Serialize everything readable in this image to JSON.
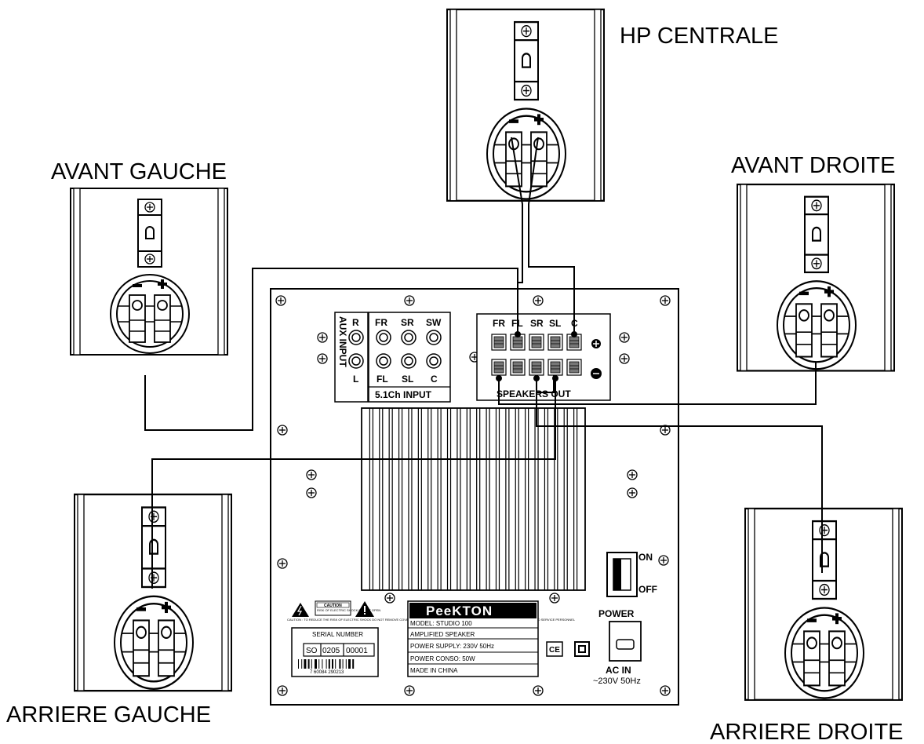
{
  "labels": {
    "center": "HP CENTRALE",
    "front_left": "AVANT GAUCHE",
    "front_right": "AVANT DROITE",
    "rear_left": "ARRIERE GAUCHE",
    "rear_right": "ARRIERE DROITE"
  },
  "speaker_polarity": {
    "minus": "−",
    "plus": "+"
  },
  "aux": {
    "r": "R",
    "l": "L",
    "title": "AUX INPUT"
  },
  "input51": {
    "fr": "FR",
    "sr": "SR",
    "sw": "SW",
    "fl": "FL",
    "sl": "SL",
    "c": "C",
    "title": "5.1Ch INPUT"
  },
  "speakers_out": {
    "fr": "FR",
    "fl": "FL",
    "sr": "SR",
    "sl": "SL",
    "c": "C",
    "title": "SPEAKERS OUT"
  },
  "switch": {
    "on": "ON",
    "off": "OFF"
  },
  "power": {
    "label": "POWER",
    "ac_in": "AC IN",
    "voltage": "~230V 50Hz"
  },
  "caution": {
    "title": "CAUTION",
    "sub": "RISK OF ELECTRIC SHOCK DO NOT OPEN",
    "text": "CAUTION : TO REDUCE THE RISK OF ELECTRIC SHOCK DO NOT REMOVE COVER (OR BACK) NO USER-SERVICEABLE PARTS INSIDE REFER SERVICING TO QUALIFIED SERVICE PERSONNEL"
  },
  "serial": {
    "title": "SERIAL NUMBER",
    "part1": "SO",
    "part2": "0205",
    "part3": "00001",
    "barcode": "7 60084 290213"
  },
  "plate": {
    "brand": "PeeKTON",
    "model": "MODEL: STUDIO 100",
    "type": "AMPLIFIED SPEAKER",
    "supply": "POWER SUPPLY: 230V 50Hz",
    "conso": "POWER CONSO: 50W",
    "origin": "MADE IN CHINA"
  },
  "marks": {
    "ce": "CE"
  }
}
